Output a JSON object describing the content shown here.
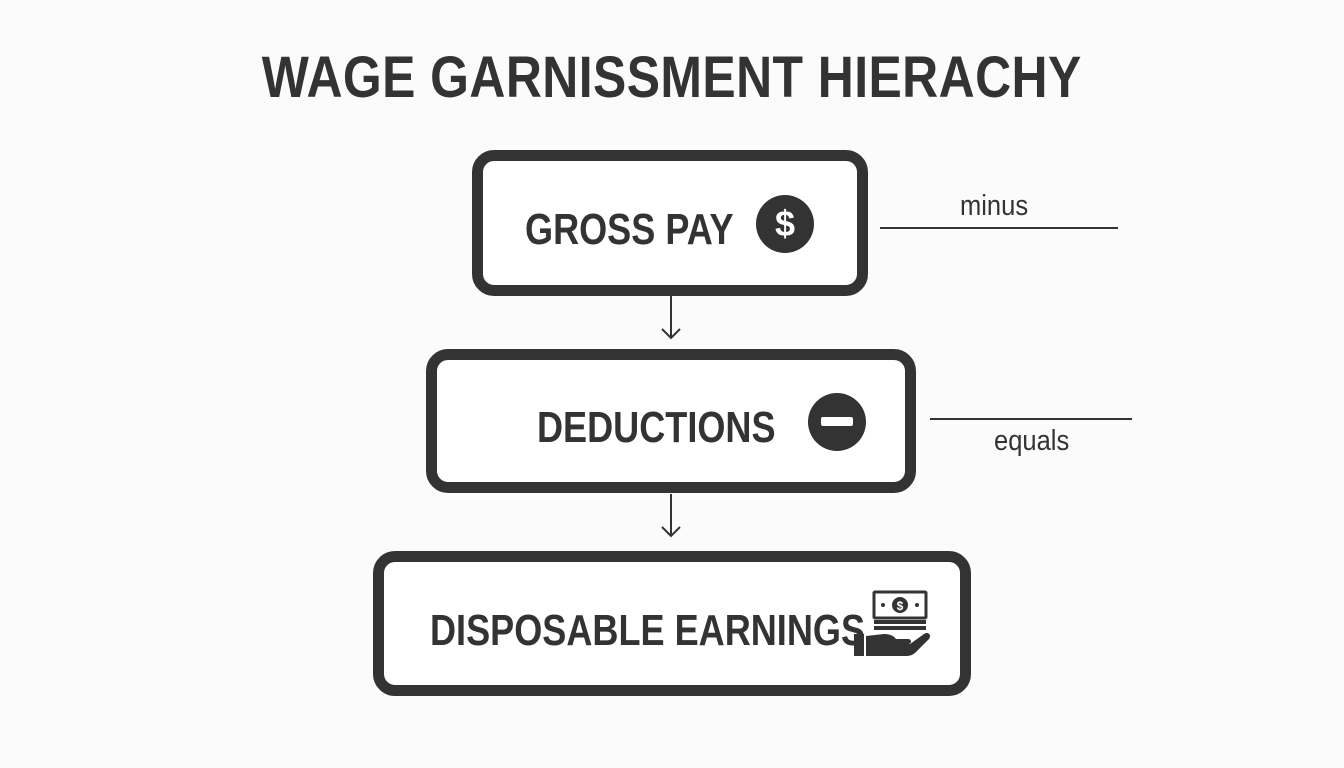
{
  "title": "WAGE GARNISSMENT HIERACHY",
  "steps": [
    {
      "label": "GROSS PAY",
      "icon": "dollar-circle-icon"
    },
    {
      "label": "DEDUCTIONS",
      "icon": "minus-circle-icon"
    },
    {
      "label": "DISPOSABLE EARNINGS",
      "icon": "cash-hand-icon"
    }
  ],
  "connectors": {
    "first": "minus",
    "second": "equals"
  },
  "colors": {
    "ink": "#333333",
    "background": "#fbfbfb"
  }
}
